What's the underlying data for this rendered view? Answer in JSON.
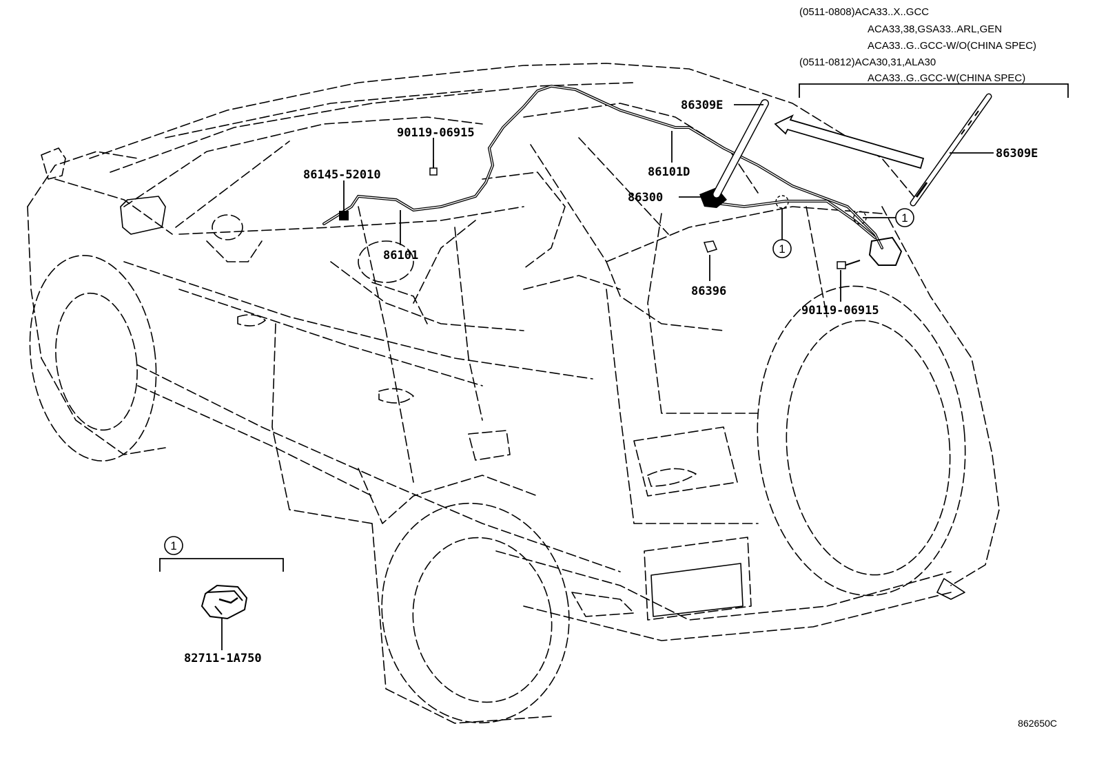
{
  "notes": [
    "(0511-0808)ACA33..X..GCC",
    "ACA33,38,GSA33..ARL,GEN",
    "ACA33..G..GCC-W/O(CHINA SPEC)",
    "(0511-0812)ACA30,31,ALA30",
    "ACA33..G..GCC-W(CHINA SPEC)"
  ],
  "parts": {
    "p_86309E_a": "86309E",
    "p_86309E_b": "86309E",
    "p_86101D": "86101D",
    "p_86300": "86300",
    "p_86396": "86396",
    "p_90119_a": "90119-06915",
    "p_90119_b": "90119-06915",
    "p_86145": "86145-52010",
    "p_86101": "86101",
    "p_82711": "82711-1A750"
  },
  "callout": "1",
  "diagram_code": "862650C"
}
